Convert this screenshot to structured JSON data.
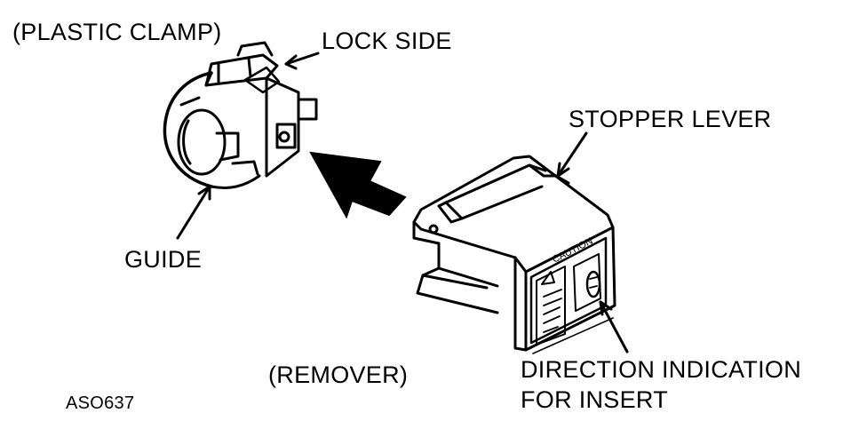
{
  "labels": {
    "plastic_clamp": "(PLASTIC CLAMP)",
    "lock_side": "LOCK SIDE",
    "stopper_lever": "STOPPER LEVER",
    "guide": "GUIDE",
    "remover": "(REMOVER)",
    "direction_line1": "DIRECTION INDICATION",
    "direction_line2": "FOR INSERT",
    "figure_code": "ASO637"
  },
  "caution_plate": {
    "title": "CAUTION"
  },
  "colors": {
    "ink": "#000000",
    "paper": "#ffffff"
  }
}
